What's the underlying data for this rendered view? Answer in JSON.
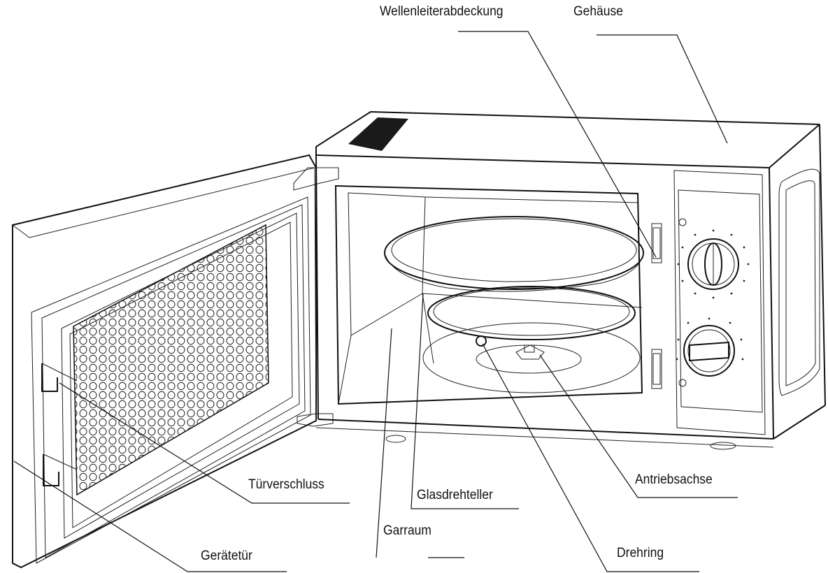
{
  "labels": {
    "wellenleiterabdeckung": "Wellenleiterabdeckung",
    "gehaeuse": "Gehäuse",
    "tuerverschluss": "Türverschluss",
    "glasdrehteller": "Glasdrehteller",
    "antriebsachse": "Antriebsachse",
    "garraum": "Garraum",
    "drehring": "Drehring",
    "geraetetuer": "Gerätetür"
  }
}
